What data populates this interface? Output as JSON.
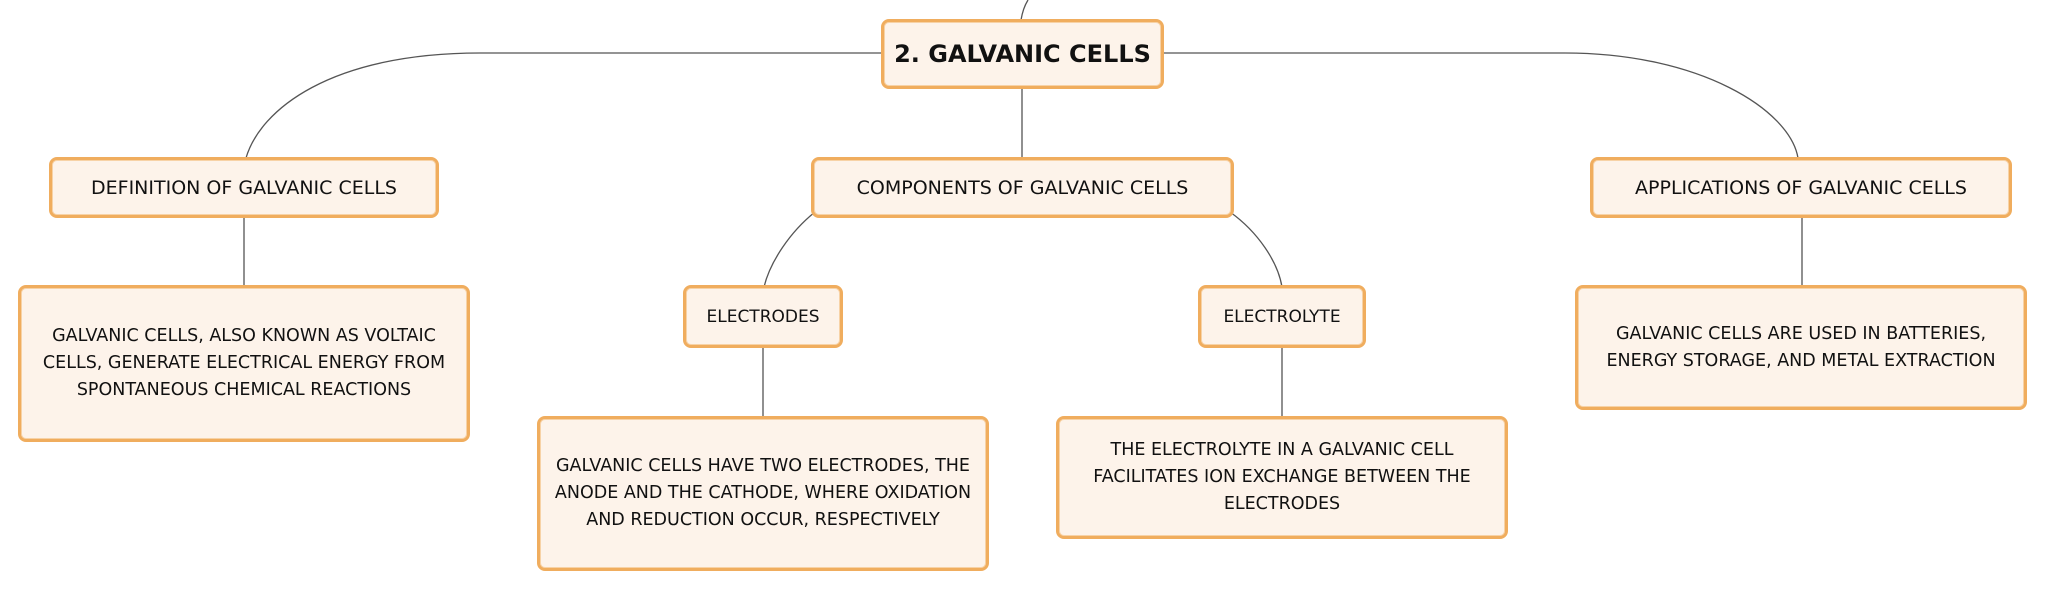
{
  "root": {
    "title": "2. GALVANIC CELLS"
  },
  "branches": {
    "definition": {
      "label": "DEFINITION OF GALVANIC CELLS",
      "detail": "GALVANIC CELLS, ALSO KNOWN AS VOLTAIC CELLS, GENERATE ELECTRICAL ENERGY FROM SPONTANEOUS CHEMICAL REACTIONS"
    },
    "components": {
      "label": "COMPONENTS OF GALVANIC CELLS",
      "electrodes": {
        "label": "ELECTRODES",
        "detail": "GALVANIC CELLS HAVE TWO ELECTRODES, THE ANODE AND THE CATHODE, WHERE OXIDATION AND REDUCTION OCCUR, RESPECTIVELY"
      },
      "electrolyte": {
        "label": "ELECTROLYTE",
        "detail": "THE ELECTROLYTE IN A GALVANIC CELL FACILITATES ION EXCHANGE BETWEEN THE ELECTRODES"
      }
    },
    "applications": {
      "label": "APPLICATIONS OF GALVANIC CELLS",
      "detail": "GALVANIC CELLS ARE USED IN BATTERIES, ENERGY STORAGE, AND METAL EXTRACTION"
    }
  },
  "colors": {
    "node_fill": "#fdf3ea",
    "node_border": "#f0ad5e",
    "connector": "#555555"
  }
}
